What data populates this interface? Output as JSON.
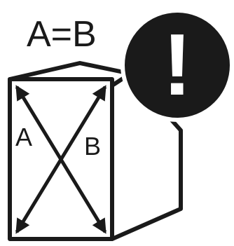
{
  "equation_label": "A=B",
  "diagonal_label_a": "A",
  "diagonal_label_b": "B",
  "alert_symbol": "!",
  "icon": "diagonal-check-warning-icon",
  "colors": {
    "ink": "#1a1a1a",
    "background": "#ffffff",
    "alert_fill": "#1a1a1a",
    "alert_symbol": "#ffffff"
  }
}
